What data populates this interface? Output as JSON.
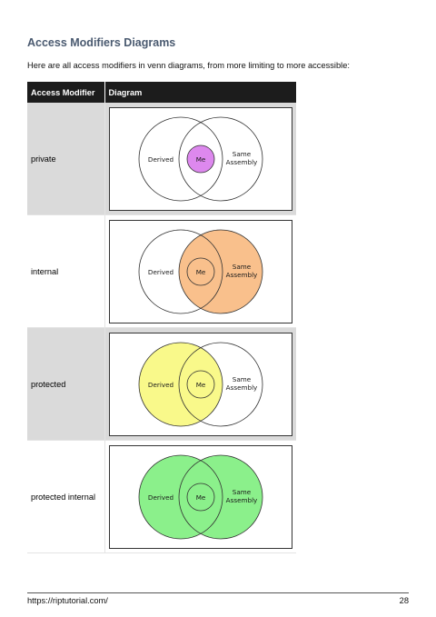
{
  "heading": "Access Modifiers Diagrams",
  "intro": "Here are all access modifiers in venn diagrams, from more limiting to more accessible:",
  "table": {
    "headers": [
      "Access Modifier",
      "Diagram"
    ],
    "rows": [
      {
        "modifier": "private",
        "fill_left": "none",
        "fill_right": "none",
        "fill_me": "#dd88ee",
        "labels": {
          "derived": "Derived",
          "me": "Me",
          "same1": "Same",
          "same2": "Assembly"
        }
      },
      {
        "modifier": "internal",
        "fill_left": "none",
        "fill_right": "#f9c08c",
        "fill_me": "none",
        "labels": {
          "derived": "Derived",
          "me": "Me",
          "same1": "Same",
          "same2": "Assembly"
        }
      },
      {
        "modifier": "protected",
        "fill_left": "#f9f98a",
        "fill_right": "none",
        "fill_me": "none",
        "labels": {
          "derived": "Derived",
          "me": "Me",
          "same1": "Same",
          "same2": "Assembly"
        }
      },
      {
        "modifier": "protected internal",
        "fill_left": "#8bf08b",
        "fill_right": "#8bf08b",
        "fill_me": "none",
        "labels": {
          "derived": "Derived",
          "me": "Me",
          "same1": "Same",
          "same2": "Assembly"
        }
      }
    ]
  },
  "footer": {
    "url": "https://riptutorial.com/",
    "page": "28"
  }
}
